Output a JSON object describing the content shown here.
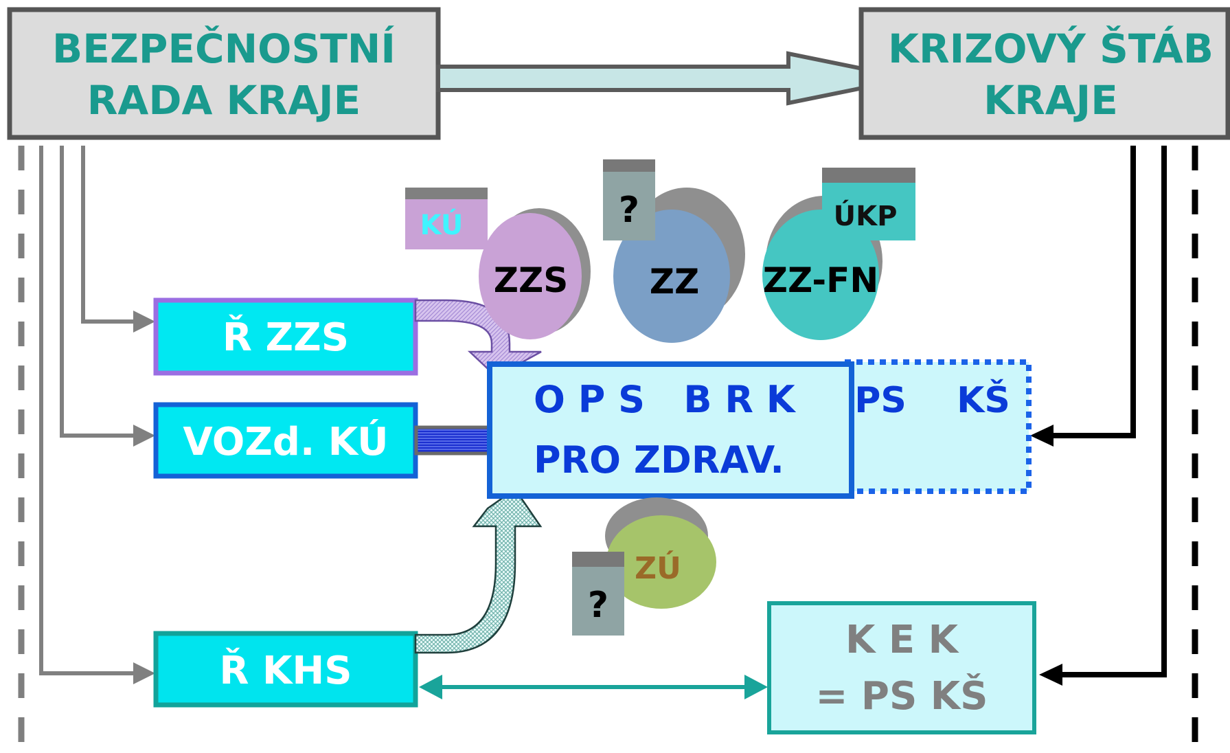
{
  "top_left_box": {
    "line1": "BEZPEČNOSTNÍ",
    "line2": "RADA KRAJE"
  },
  "top_right_box": {
    "line1": "KRIZOVÝ ŠTÁB",
    "line2": "KRAJE"
  },
  "units": {
    "r_zzs": "Ř ZZS",
    "vozd_ku": "VOZd. KÚ",
    "r_khs": "Ř KHS"
  },
  "ops": {
    "line1": "O P S   B R K",
    "line2": "PRO ZDRAV."
  },
  "ps_ks": {
    "left": "PS",
    "right": "KŠ"
  },
  "kek": {
    "line1": "K E K",
    "line2": "= PS KŠ"
  },
  "circles": {
    "zzs": "ZZS",
    "zz": "ZZ",
    "zzfn": "ZZ-FN",
    "zu": "ZÚ"
  },
  "tags": {
    "ku": "KÚ",
    "q1": "?",
    "ukp": "ÚKP",
    "q2": "?"
  },
  "colors": {
    "teal_text": "#1a9a8e",
    "grey_box": "#dcdcdc",
    "cyan_box": "#00e8f2",
    "ops_blue": "#0a3bd8",
    "light_cyan": "#ccf7fb",
    "kek_border": "#19a49a"
  }
}
